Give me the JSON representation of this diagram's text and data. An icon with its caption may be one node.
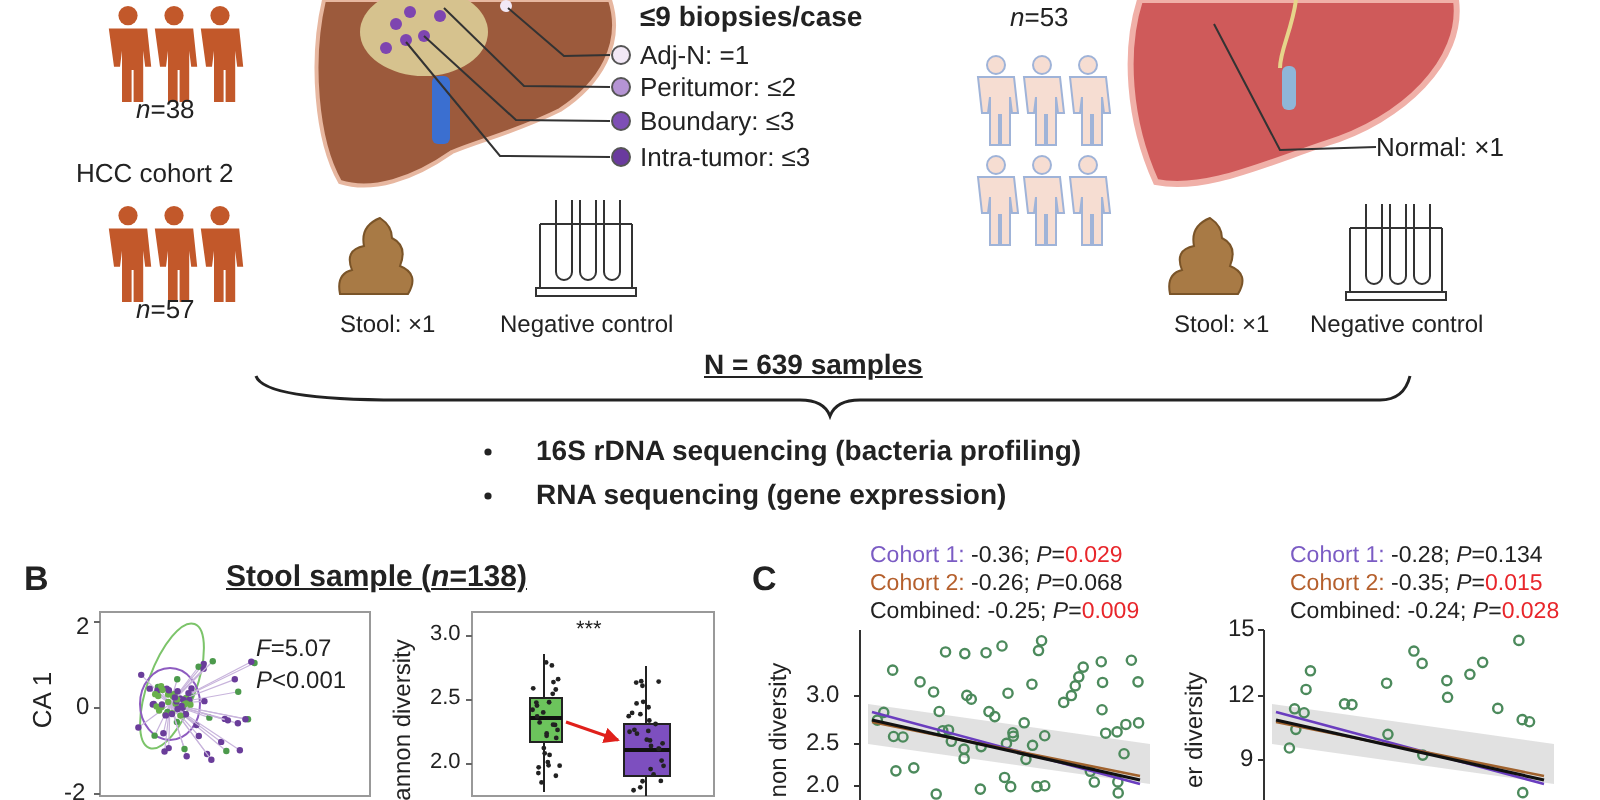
{
  "diagram": {
    "nodes": [
      {
        "text": [
          "Adj-N: =1"
        ]
      },
      {
        "text": [
          "Peritumor: ≤2"
        ]
      },
      {
        "text": [
          "Boundary: ≤3"
        ]
      },
      {
        "text": [
          "Intra-tumor: ≤3"
        ]
      },
      {
        "text": [
          "Normal: ×1"
        ]
      }
    ],
    "edges": [
      {
        "from": 0,
        "to": null,
        "arrow": "none"
      },
      {
        "from": 1,
        "to": null,
        "arrow": "none"
      },
      {
        "from": 2,
        "to": null,
        "arrow": "none"
      },
      {
        "from": 3,
        "to": null,
        "arrow": "none"
      },
      {
        "from": 4,
        "to": null,
        "arrow": "none"
      }
    ],
    "labels": [
      "≤9 biopsies/case",
      "*n*=38",
      "HCC cohort 2",
      "*n*=57",
      "*n*=53",
      "Stool: ×1",
      "Negative control",
      "Stool: ×1",
      "Negative control",
      "N = 639 samples",
      "16S rDNA sequencing (bacteria profiling)",
      "RNA sequencing (gene expression)",
      "B",
      "Stool sample (*n*=138)",
      "C",
      "Cohort 1: -0.36; *P*=0.029",
      "Cohort 1: -0.28; *P*=0.134",
      "Cohort 2: -0.26; *P*=0.068",
      "Cohort 2: -0.35; *P*=0.015",
      "Combined: -0.25; *P*=0.009",
      "Combined: -0.24; *P*=0.028",
      "2",
      "*F*=5.07",
      "*P*<0.001",
      "0",
      "-2",
      "CA 1",
      "annon diversity",
      "3.0",
      "***",
      "2.5",
      "2.0",
      "non diversity",
      "3.0",
      "2.5",
      "2.0",
      "er diversity",
      "15",
      "12",
      "9"
    ]
  }
}
